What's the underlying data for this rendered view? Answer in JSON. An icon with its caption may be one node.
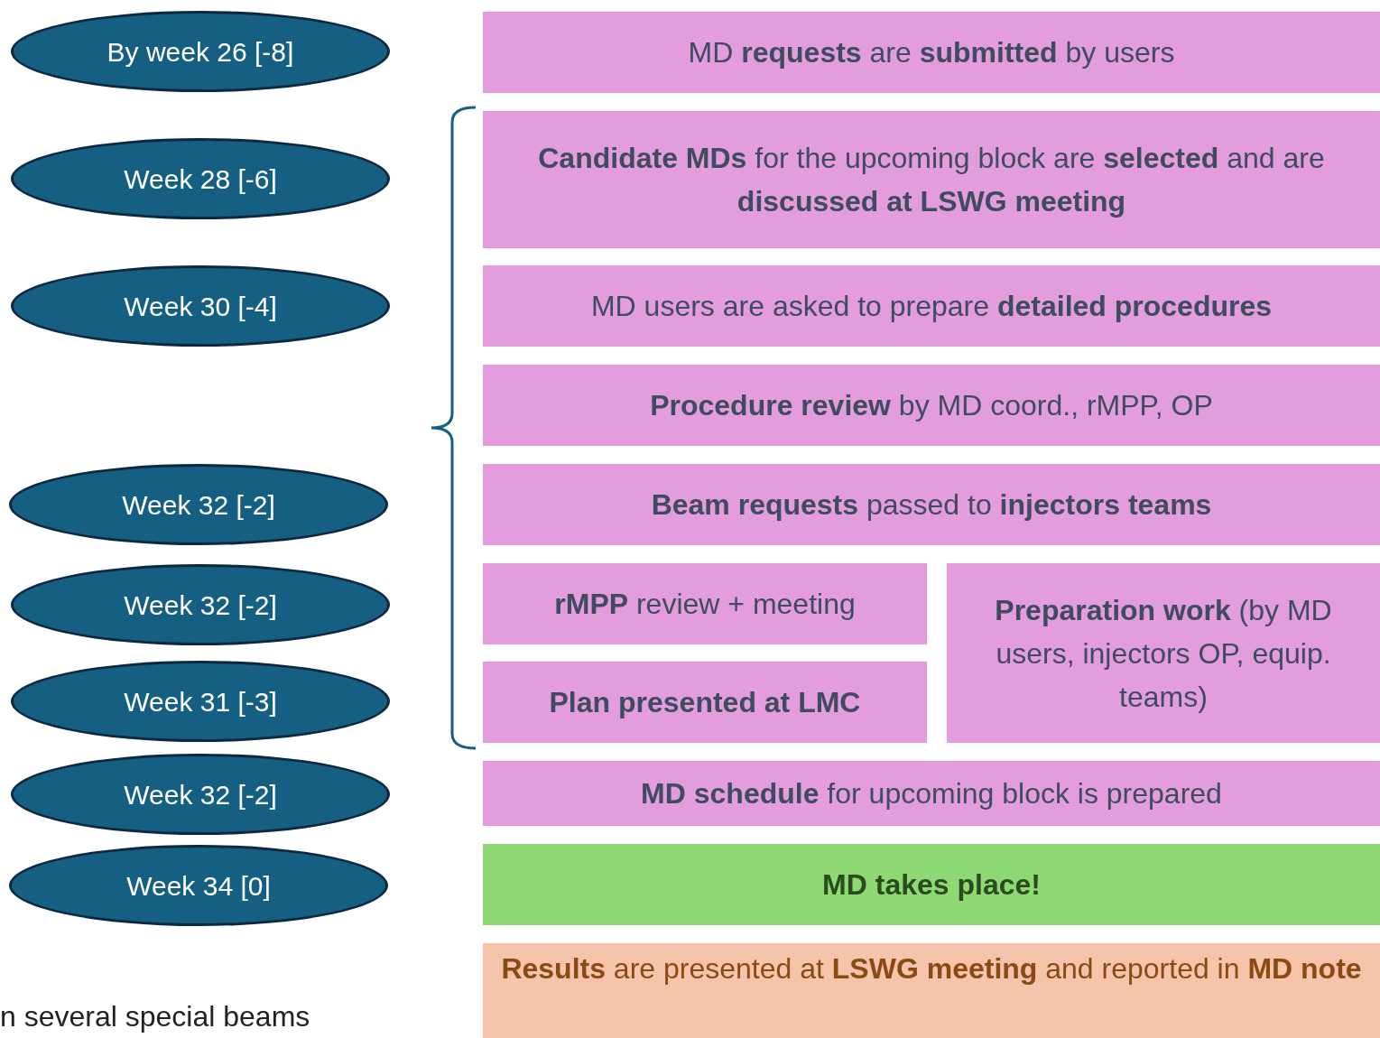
{
  "diagram": {
    "nodes": [
      {
        "text": [
          "By week 26 [-8]"
        ]
      },
      {
        "text": [
          "Week 28 [-6]"
        ]
      },
      {
        "text": [
          "Week 30 [-4]"
        ]
      },
      {
        "text": [
          "Week 32 [-2]"
        ]
      },
      {
        "text": [
          "Week 32 [-2]"
        ]
      },
      {
        "text": [
          "Week 31 [-3]"
        ]
      },
      {
        "text": [
          "Week 32 [-2]"
        ]
      },
      {
        "text": [
          "Week 34 [0]"
        ]
      },
      {
        "text": [
          "MD **requests** are **submitted** by users"
        ]
      },
      {
        "text": [
          "**Candidate MDs** for the upcoming block are **selected** and are **discussed at LSWG meeting**"
        ]
      },
      {
        "text": [
          "MD users are asked to prepare **detailed procedures**"
        ]
      },
      {
        "text": [
          "**Procedure review** by MD coord., rMPP, OP"
        ]
      },
      {
        "text": [
          "**Beam requests** passed to **injectors teams**"
        ]
      },
      {
        "text": [
          "**rMPP** review + meeting"
        ]
      },
      {
        "text": [
          "**Plan presented at LMC**"
        ]
      },
      {
        "text": [
          "**Preparation work** (by MD users, injectors OP, equip. teams)"
        ]
      },
      {
        "text": [
          "**MD schedule** for upcoming block is prepared"
        ]
      },
      {
        "text": [
          "**MD takes place!**"
        ]
      },
      {
        "text": [
          "**Results** are presented at **LSWG meeting** and reported in **MD note**"
        ]
      }
    ],
    "labels": [
      "n several special beams"
    ]
  }
}
